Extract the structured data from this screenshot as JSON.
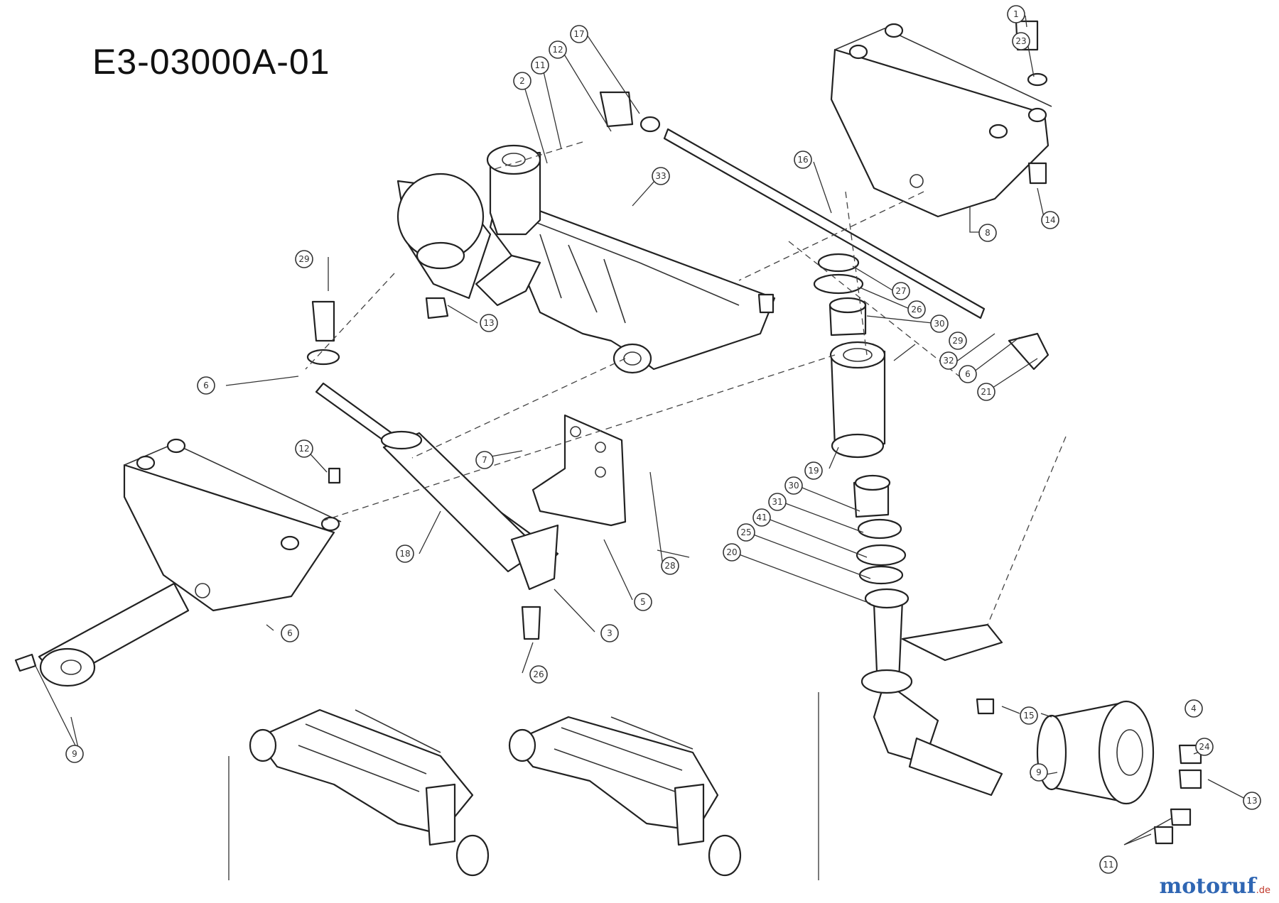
{
  "diagram": {
    "title": "E3-03000A-01",
    "callouts": [
      "1",
      "23",
      "14",
      "8",
      "16",
      "27",
      "26",
      "30",
      "29",
      "32",
      "6",
      "21",
      "17",
      "12",
      "11",
      "2",
      "33",
      "13",
      "29",
      "6",
      "12",
      "7",
      "18",
      "19",
      "30",
      "31",
      "41",
      "25",
      "20",
      "5",
      "28",
      "9",
      "26",
      "3",
      "15",
      "4",
      "24",
      "13",
      "11",
      "9",
      "6"
    ]
  },
  "watermark": {
    "brand": "motoruf",
    "tld": ".de"
  }
}
